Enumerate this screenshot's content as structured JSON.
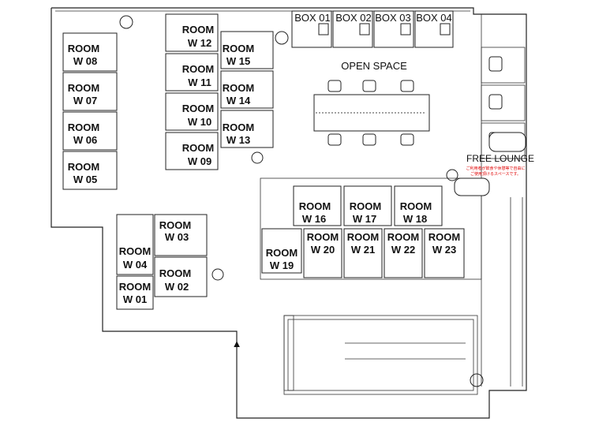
{
  "rooms": {
    "w01": [
      "ROOM",
      "W 01"
    ],
    "w02": [
      "ROOM",
      "W 02"
    ],
    "w03": [
      "ROOM",
      "W 03"
    ],
    "w04": [
      "ROOM",
      "W 04"
    ],
    "w05": [
      "ROOM",
      "W 05"
    ],
    "w06": [
      "ROOM",
      "W 06"
    ],
    "w07": [
      "ROOM",
      "W 07"
    ],
    "w08": [
      "ROOM",
      "W 08"
    ],
    "w09": [
      "ROOM",
      "W 09"
    ],
    "w10": [
      "ROOM",
      "W 10"
    ],
    "w11": [
      "ROOM",
      "W 11"
    ],
    "w12": [
      "ROOM",
      "W 12"
    ],
    "w13": [
      "ROOM",
      "W 13"
    ],
    "w14": [
      "ROOM",
      "W 14"
    ],
    "w15": [
      "ROOM",
      "W 15"
    ],
    "w16": [
      "ROOM",
      "W 16"
    ],
    "w17": [
      "ROOM",
      "W 17"
    ],
    "w18": [
      "ROOM",
      "W 18"
    ],
    "w19": [
      "ROOM",
      "W 19"
    ],
    "w20": [
      "ROOM",
      "W 20"
    ],
    "w21": [
      "ROOM",
      "W 21"
    ],
    "w22": [
      "ROOM",
      "W 22"
    ],
    "w23": [
      "ROOM",
      "W 23"
    ]
  },
  "boxes": {
    "box01": "BOX 01",
    "box02": "BOX 02",
    "box03": "BOX 03",
    "box04": "BOX 04"
  },
  "areas": {
    "open_space": "OPEN SPACE",
    "free_lounge": "FREE LOUNGE",
    "free_lounge_note_1": "ご利用者が飲食や休憩等で自由に",
    "free_lounge_note_2": "ご使用頂けるスペースです。"
  },
  "entrance_marker": "▲"
}
